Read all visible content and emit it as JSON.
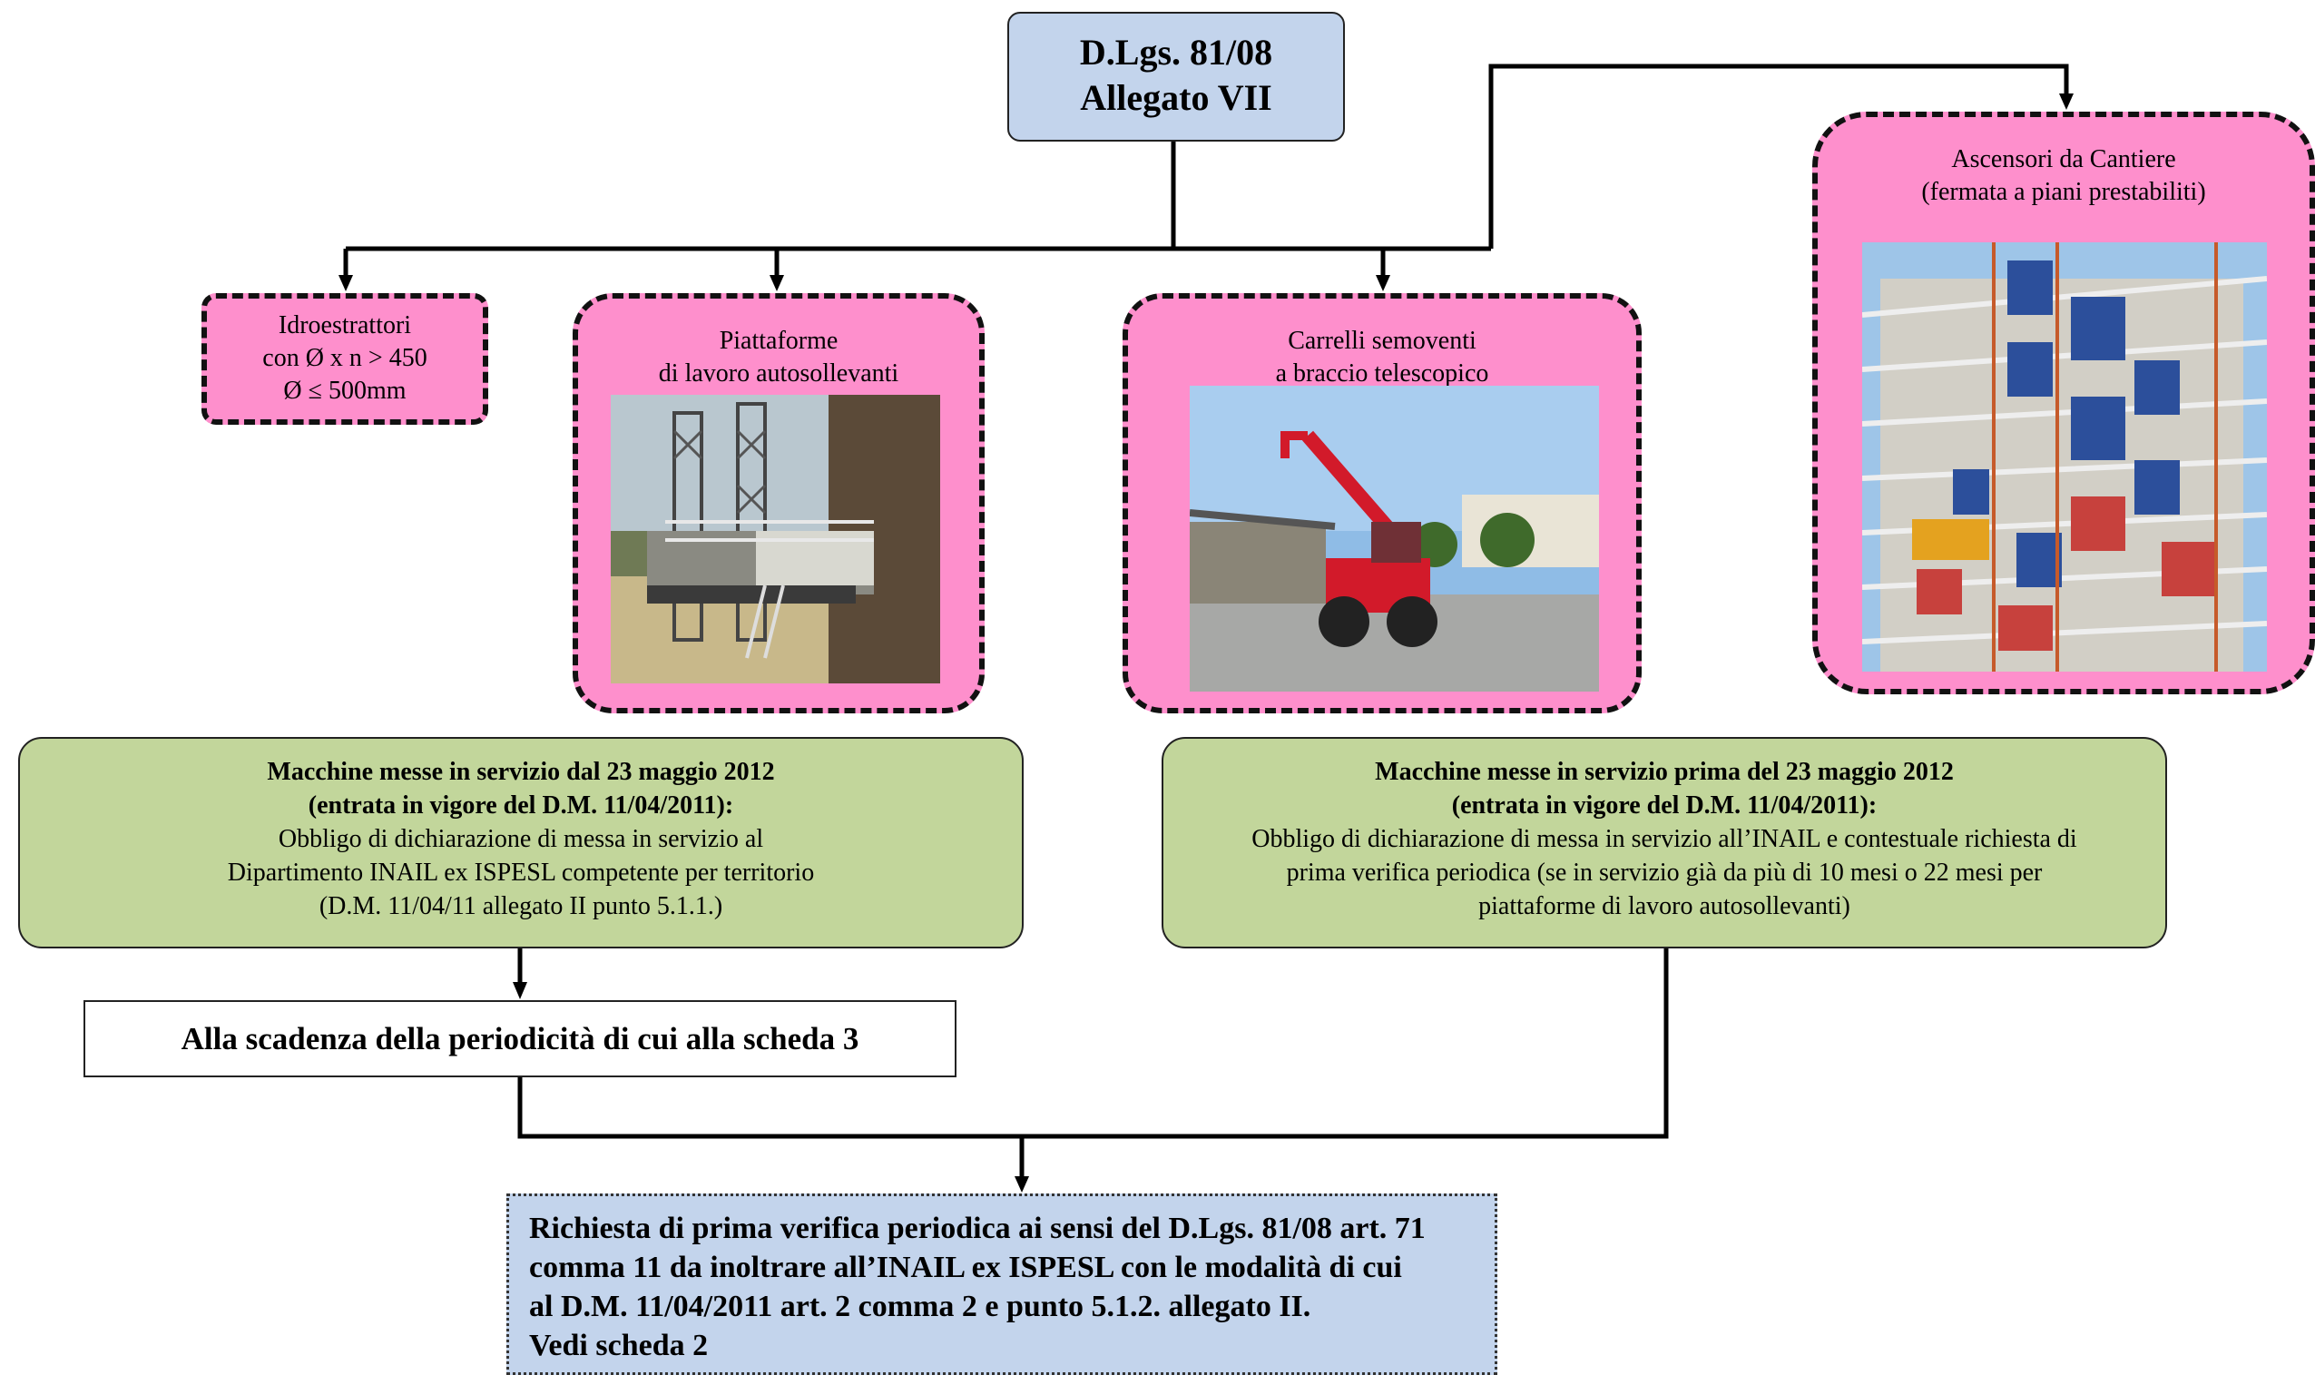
{
  "root": {
    "line1": "D.Lgs. 81/08",
    "line2": "Allegato VII"
  },
  "categories": {
    "idroestrattori": {
      "line1": "Idroestrattori",
      "line2": "con Ø x n > 450",
      "line3": "Ø ≤ 500mm"
    },
    "piattaforme": {
      "line1": "Piattaforme",
      "line2": "di lavoro autosollevanti"
    },
    "carrelli": {
      "line1": "Carrelli semoventi",
      "line2": "a braccio telescopico"
    },
    "ascensori": {
      "line1": "Ascensori da Cantiere",
      "line2": "(fermata a piani prestabiliti)"
    }
  },
  "after_2012": {
    "heading1": "Macchine messe in servizio dal 23  maggio 2012",
    "heading2": "(entrata in vigore del D.M. 11/04/2011):",
    "body1": "Obbligo di dichiarazione di messa in servizio al",
    "body2": "Dipartimento INAIL ex ISPESL competente per  territorio",
    "body3": "(D.M. 11/04/11 allegato II punto 5.1.1.)"
  },
  "before_2012": {
    "heading1": "Macchine messe in servizio prima del 23 maggio 2012",
    "heading2": "(entrata in vigore del D.M. 11/04/2011):",
    "body1": "Obbligo di dichiarazione di messa in servizio all’INAIL e contestuale richiesta di",
    "body2": "prima verifica periodica (se in servizio già da più di 10 mesi o 22 mesi per",
    "body3": "piattaforme di lavoro autosollevanti)"
  },
  "scadenza": "Alla scadenza della periodicità di cui alla scheda 3",
  "final": {
    "line1": "Richiesta di prima verifica periodica ai sensi del D.Lgs. 81/08 art. 71",
    "line2": "comma 11 da inoltrare all’INAIL ex ISPESL con le modalità di cui",
    "line3": "al D.M. 11/04/2011 art. 2 comma 2 e punto 5.1.2. allegato II.",
    "line4": "Vedi scheda 2"
  },
  "colors": {
    "root_fill": "#c3d4ec",
    "pink_fill": "#fe8fcc",
    "green_fill": "#c2d69b",
    "final_fill": "#c3d4ec"
  }
}
